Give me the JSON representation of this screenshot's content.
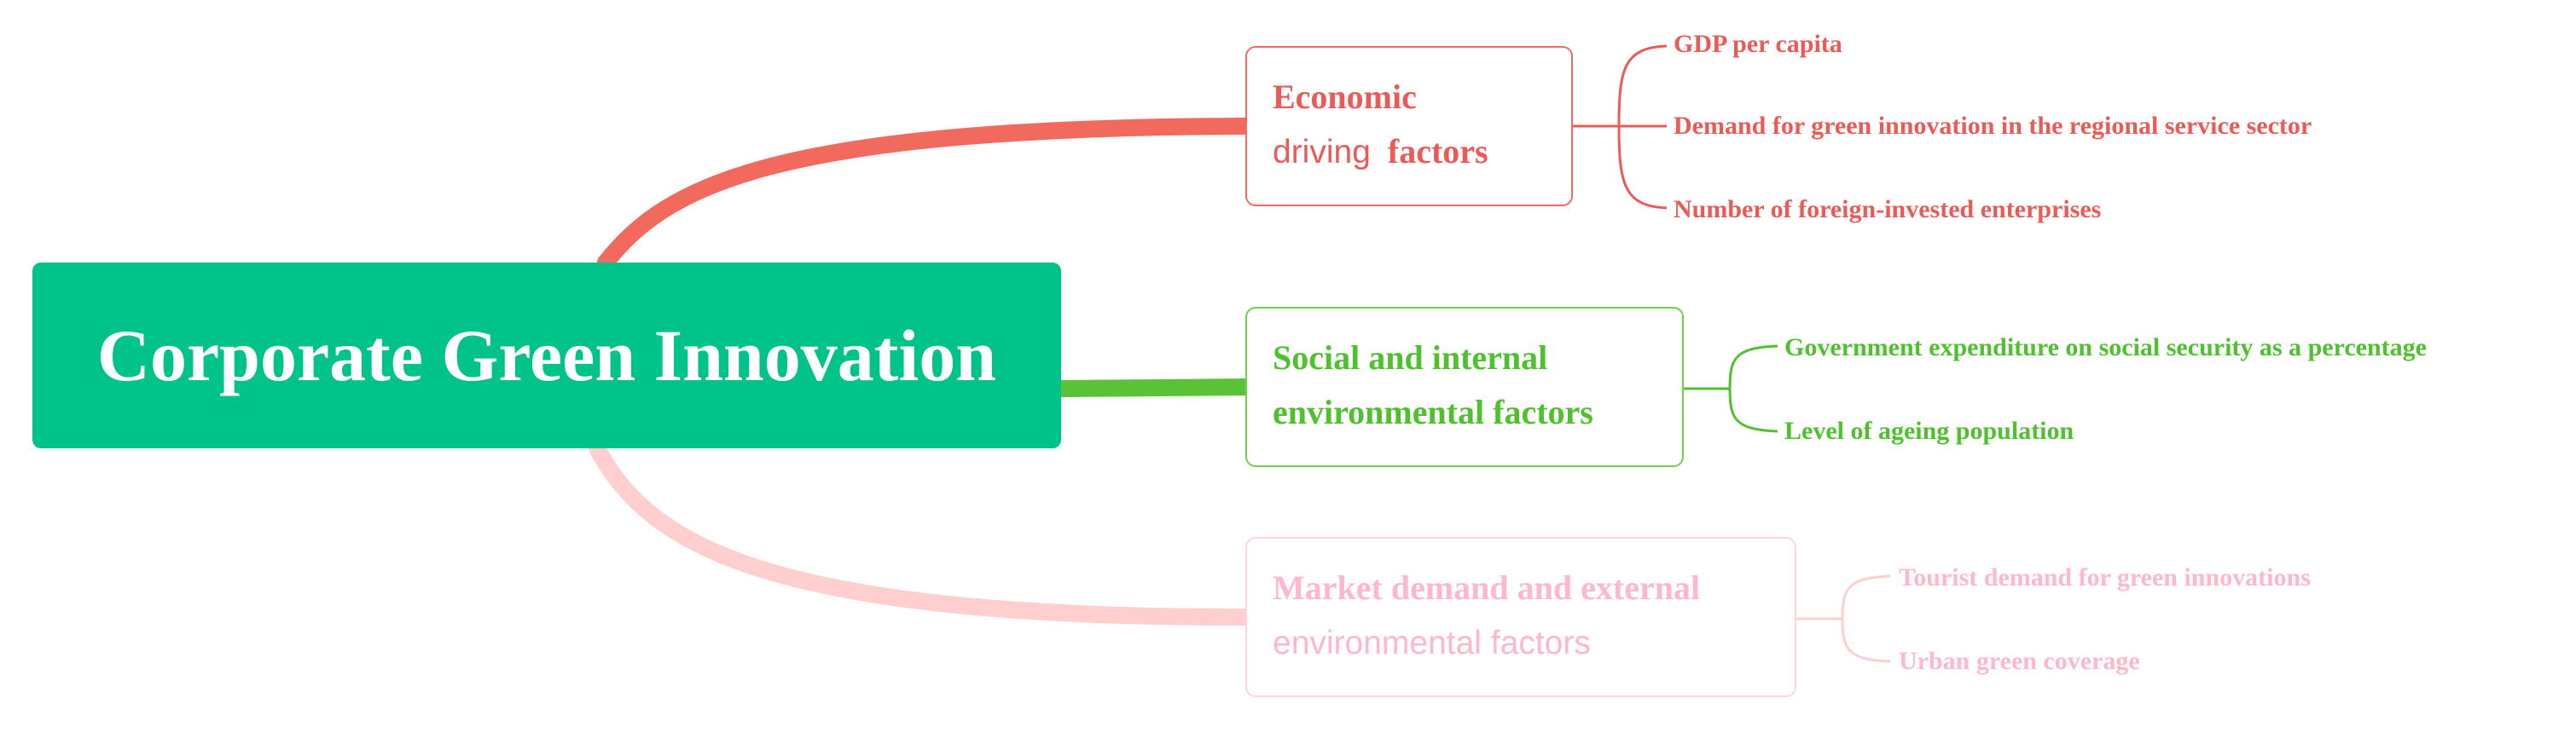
{
  "root": {
    "title": "Corporate Green Innovation"
  },
  "colors": {
    "root": "#00c389",
    "economic": "#ea5b57",
    "economic_line": "#f26a5e",
    "social": "#4fc12e",
    "social_line": "#5ac236",
    "market": "#ffb8c9",
    "market_line": "#ffcfcf"
  },
  "branches": [
    {
      "label_parts": [
        "Economic",
        "driving",
        "factors"
      ],
      "leaves": [
        "GDP per capita",
        "Demand for green innovation in the regional service sector",
        "Number of foreign-invested enterprises"
      ]
    },
    {
      "label_parts": [
        "Social and internal",
        "environmental factors"
      ],
      "leaves": [
        "Government expenditure on social security as a percentage",
        "Level of ageing population"
      ]
    },
    {
      "label_parts": [
        "Market demand and external",
        "environmental factors"
      ],
      "leaves": [
        "Tourist demand for green innovations",
        "Urban green coverage"
      ]
    }
  ]
}
